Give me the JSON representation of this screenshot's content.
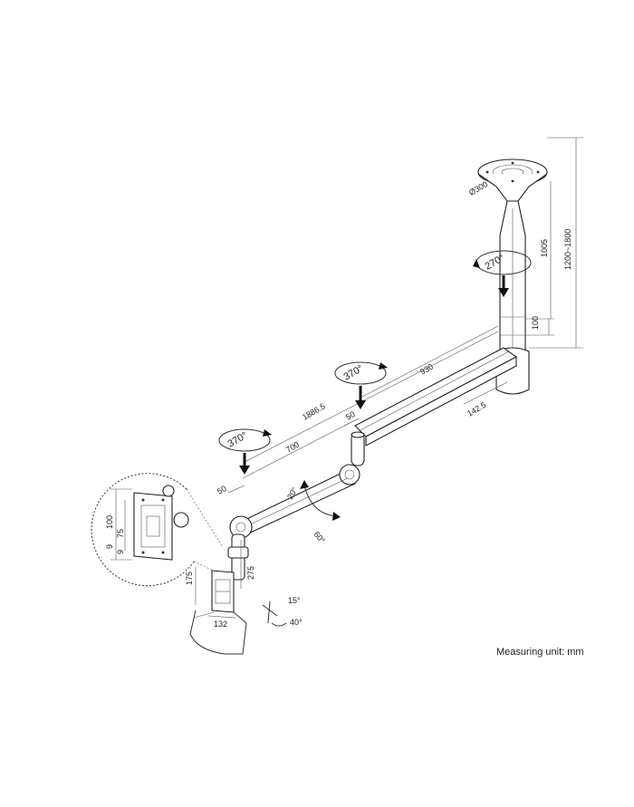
{
  "diagram": {
    "unit_note": "Measuring unit: mm",
    "rotations": {
      "top": "270°",
      "middle": "370°",
      "left": "370°"
    },
    "dimensions": {
      "base_diameter": "Ø300",
      "height_1005": "1005",
      "height_range": "1200~1800",
      "pole_100": "100",
      "arm_930": "930",
      "arm_1886": "1886.5",
      "arm_700": "700",
      "offset_50_mid": "50",
      "offset_50_left": "50",
      "depth_142": "142.5",
      "tilt_20": "20°",
      "tilt_60": "60°",
      "drop_275": "275",
      "plate_175": "175",
      "plate_132": "132",
      "plate_100": "100",
      "plate_75": "75",
      "detail_9a": "9",
      "detail_9b": "9",
      "tilt_15": "15°",
      "tilt_40": "40°"
    }
  }
}
